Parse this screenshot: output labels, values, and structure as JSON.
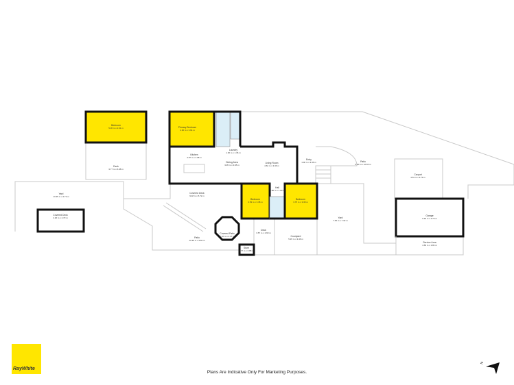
{
  "brand": {
    "name": "RayWhite",
    "color": "#ffe600"
  },
  "footer": {
    "note": "Plans Are Indicative Only For Marketing Purposes."
  },
  "compass": {
    "label": "N"
  },
  "rooms": {
    "bedroom1": {
      "name": "Bedroom",
      "dims": "5.36 m x 2.91 m"
    },
    "primary": {
      "name": "Primary Bedroom",
      "dims": "4.36 m x 3.64 m"
    },
    "deck1": {
      "name": "Deck",
      "dims": "3.77 m x 6.98 m"
    },
    "kitchen": {
      "name": "Kitchen",
      "dims": "4.87 m x 2.98 m"
    },
    "dining": {
      "name": "Dining Area",
      "dims": "3.95 m x 3.95 m"
    },
    "laundry": {
      "name": "Laundry",
      "dims": "1.36 m x 1.36 m"
    },
    "living": {
      "name": "Living Room",
      "dims": "4.64 m x 3.36 m"
    },
    "entry": {
      "name": "Entry",
      "dims": "1.00 m x 3.36 m"
    },
    "patio1": {
      "name": "Patio",
      "dims": "5.60 m x 12.65 m"
    },
    "carport": {
      "name": "Carport",
      "dims": "4.53 m x 3.79 m"
    },
    "garage": {
      "name": "Garage",
      "dims": "6.46 m x 3.79 m"
    },
    "service": {
      "name": "Service Area",
      "dims": "4.60 m x 1.84 m"
    },
    "yard1": {
      "name": "Yard",
      "dims": "7.05 m x 7.32 m"
    },
    "yard2": {
      "name": "Yard",
      "dims": "10.35 m x 4.73 m"
    },
    "covdeck1": {
      "name": "Covered Deck",
      "dims": "4.26 m x 2.73 m"
    },
    "covdeck2": {
      "name": "Covered Deck",
      "dims": "9.48 m x 5.72 m"
    },
    "patio2": {
      "name": "Patio",
      "dims": "10.35 m x 3.60 m"
    },
    "covpatio": {
      "name": "Covered Patio",
      "dims": "2.22 m x 2.47 m"
    },
    "deck2": {
      "name": "Deck",
      "dims": "3.57 m x 2.60 m"
    },
    "store": {
      "name": "Store",
      "dims": "1.77 m x 0.88 m"
    },
    "courtyard": {
      "name": "Courtyard",
      "dims": "5.15 m x 3.46 m"
    },
    "bedroom2": {
      "name": "Bedroom",
      "dims": "3.53 m x 3.38 m"
    },
    "bedroom3": {
      "name": "Bedroom",
      "dims": "3.75 m x 3.38 m"
    },
    "hall": {
      "name": "Hall",
      "dims": "3.80 m x 1.00 m"
    }
  }
}
